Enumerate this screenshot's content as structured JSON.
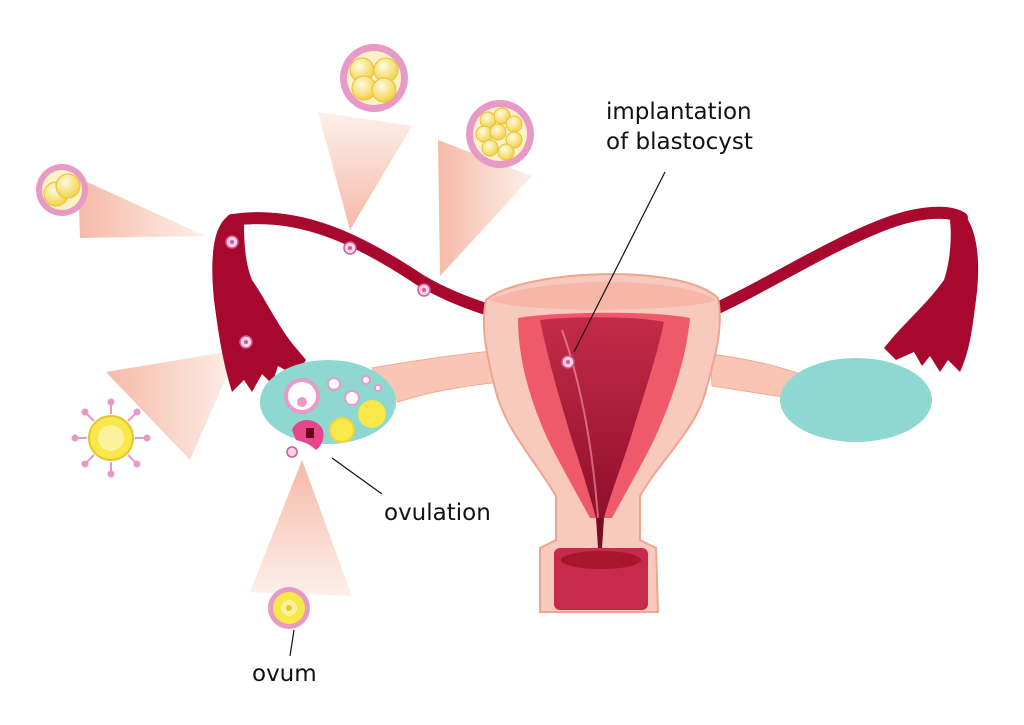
{
  "labels": {
    "implantation_line1": "implantation",
    "implantation_line2": "of blastocyst",
    "ovulation": "ovulation",
    "ovum": "ovum"
  },
  "colors": {
    "tube": "#a8082d",
    "uterus_outer": "#f8c9bd",
    "uterus_wall": "#ee5a6a",
    "uterus_cavity": "#b9243f",
    "ovary": "#8fd8d2",
    "cell_yellow": "#f8e84a",
    "cell_pink": "#e79ac6",
    "cone": "#fbe0d6",
    "ligament": "#f9c6b6"
  }
}
